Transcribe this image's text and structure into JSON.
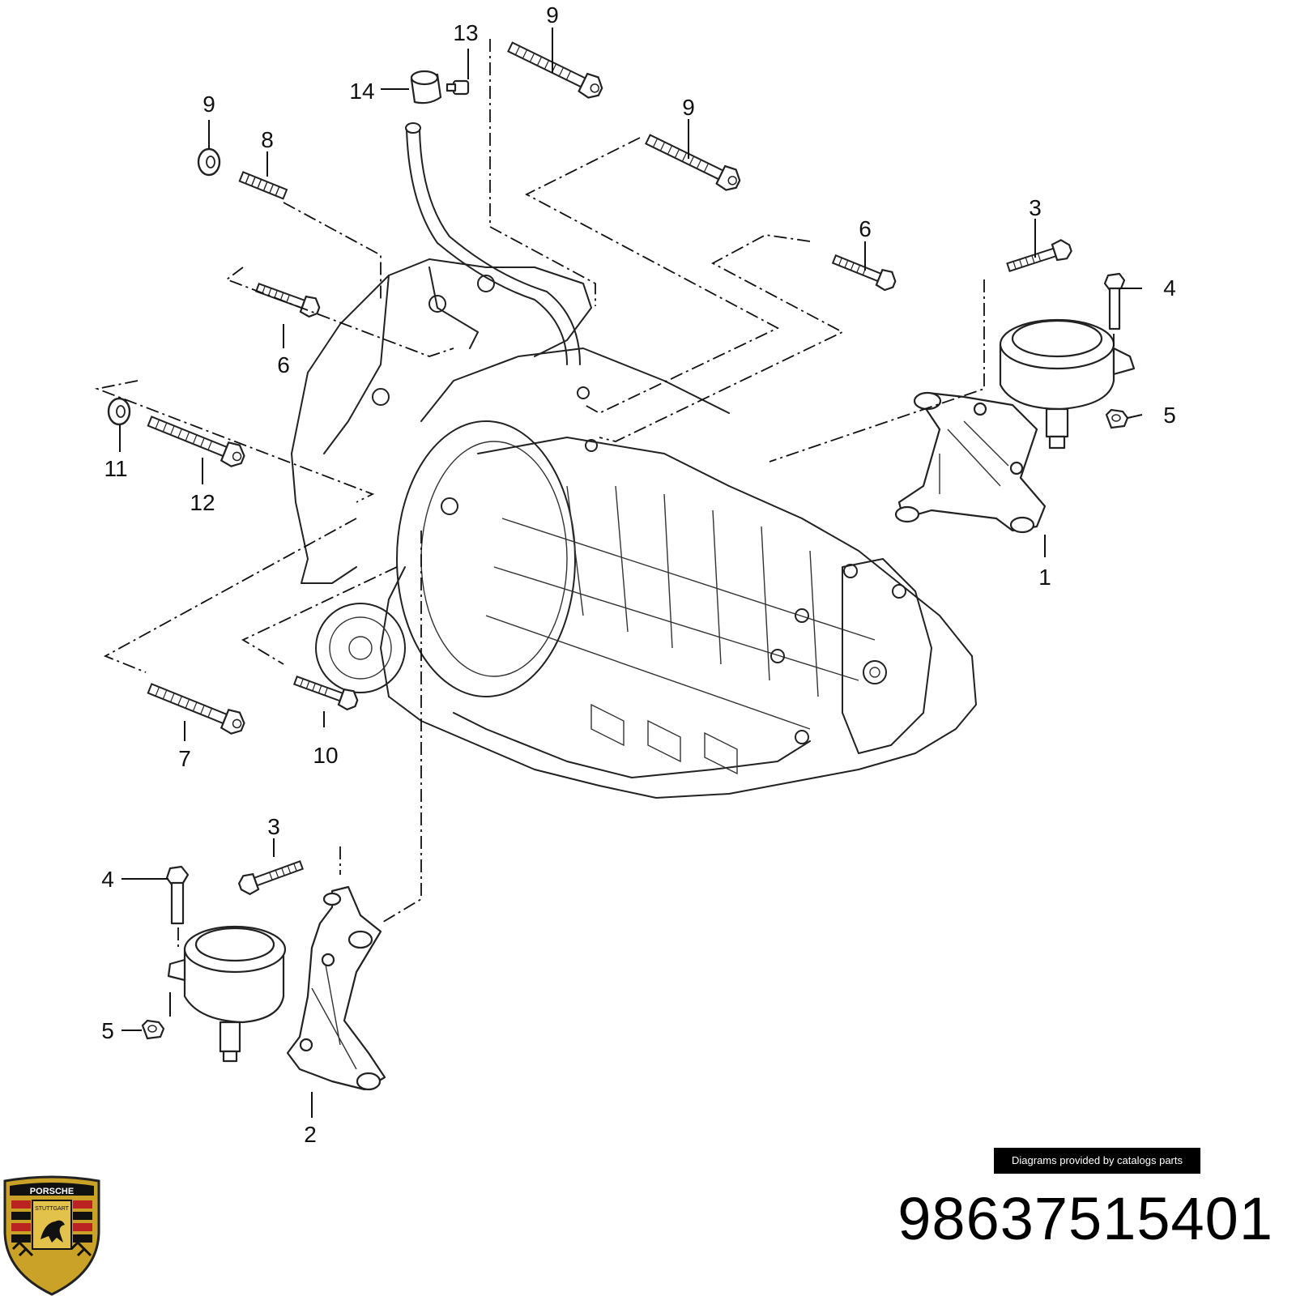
{
  "diagram": {
    "callouts": {
      "c1": "1",
      "c2": "2",
      "c3a": "3",
      "c3b": "3",
      "c4a": "4",
      "c4b": "4",
      "c5a": "5",
      "c5b": "5",
      "c6a": "6",
      "c6b": "6",
      "c7": "7",
      "c8": "8",
      "c9a": "9",
      "c9b": "9",
      "c9c": "9",
      "c10": "10",
      "c11": "11",
      "c12": "12",
      "c13": "13",
      "c14": "14"
    }
  },
  "footer": {
    "credit": "Diagrams provided by catalogs parts",
    "part_number": "98637515401",
    "logo_text": "PORSCHE",
    "logo_sub": "STUTTGART"
  }
}
